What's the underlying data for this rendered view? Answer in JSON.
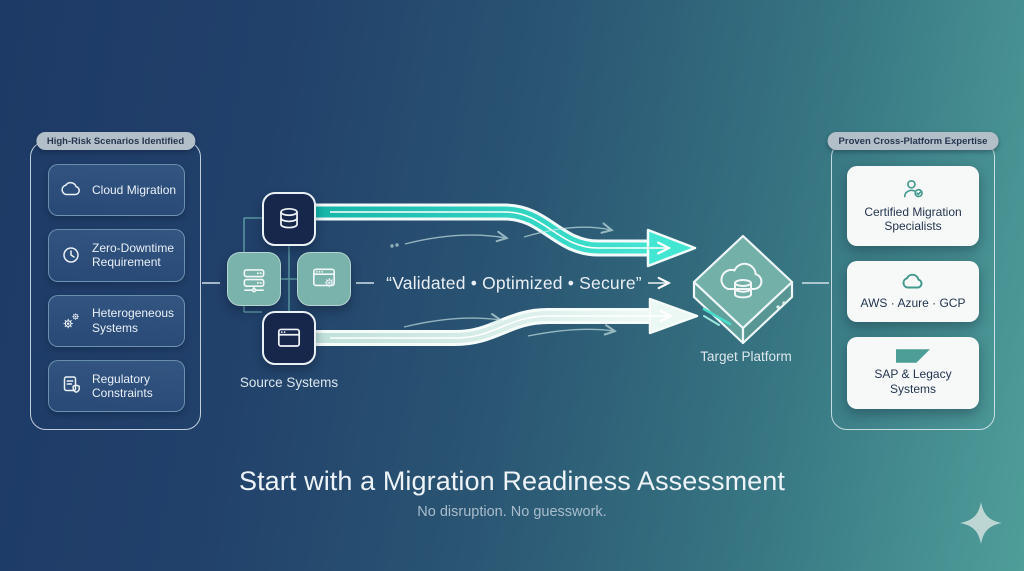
{
  "left_panel": {
    "title": "High-Risk Scenarios Identified",
    "items": [
      {
        "icon": "cloud-icon",
        "label": "Cloud Migration"
      },
      {
        "icon": "clock-icon",
        "label": "Zero-Downtime Requirement"
      },
      {
        "icon": "gears-icon",
        "label": "Heterogeneous Systems"
      },
      {
        "icon": "document-shield-icon",
        "label": "Regulatory Constraints"
      }
    ]
  },
  "source": {
    "label": "Source Systems",
    "nodes": [
      {
        "icon": "database-icon",
        "style": "dark"
      },
      {
        "icon": "server-rack-icon",
        "style": "teal"
      },
      {
        "icon": "app-window-gear-icon",
        "style": "teal"
      },
      {
        "icon": "browser-window-icon",
        "style": "dark"
      }
    ]
  },
  "flow": {
    "quote": "“Validated • Optimized • Secure”"
  },
  "target": {
    "label": "Target Platform",
    "icon": "cloud-database-platform-icon"
  },
  "right_panel": {
    "title": "Proven Cross-Platform Expertise",
    "cards": [
      {
        "icon": "certified-person-icon",
        "label": "Certified Migration Specialists"
      },
      {
        "icon": "cloud-icon",
        "label": "AWS · Azure · GCP"
      },
      {
        "icon": "sap-trapezoid-icon",
        "label": "SAP & Legacy Systems"
      }
    ]
  },
  "footer": {
    "headline": "Start with a Migration Readiness Assessment",
    "subtitle": "No disruption. No guesswork."
  },
  "decor": {
    "bottom_right": "sparkle-icon"
  },
  "colors": {
    "bg_navy": "#1d3a66",
    "bg_teal": "#4f9e9a",
    "arrow_teal_start": "#15b5a8",
    "arrow_teal_end": "#43e6d2",
    "arrow_pale_start": "#bfe0da",
    "arrow_pale_end": "#eef9f5",
    "node_teal": "#7ab3ab",
    "node_navy": "#17264b",
    "card_white": "#f7f9f9",
    "card_text": "#24364f",
    "panel_border": "#e8f2f8",
    "pill_bg": "#b2bfc9",
    "icon_teal": "#449a8f"
  }
}
